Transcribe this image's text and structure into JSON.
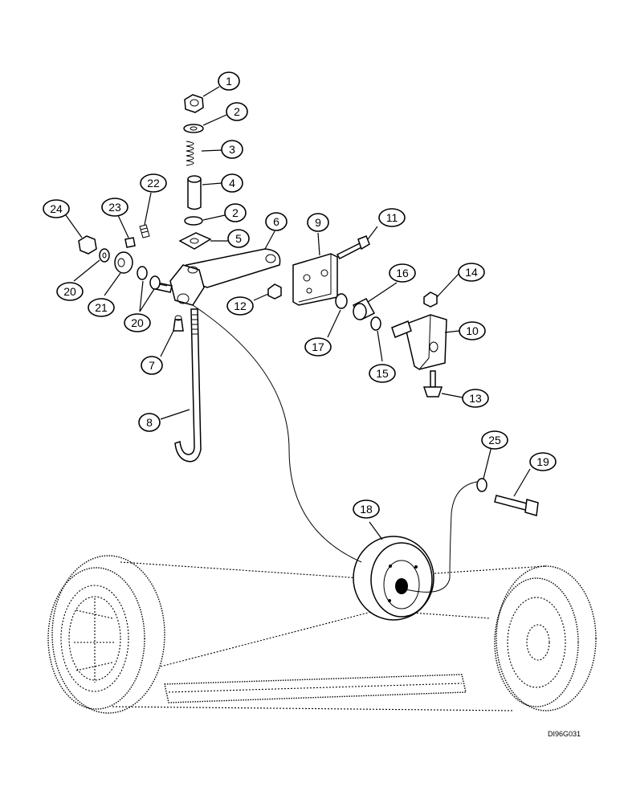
{
  "drawing_code": "DI96G031",
  "callouts": [
    {
      "number": "1"
    },
    {
      "number": "2"
    },
    {
      "number": "3"
    },
    {
      "number": "4"
    },
    {
      "number": "2"
    },
    {
      "number": "5"
    },
    {
      "number": "6"
    },
    {
      "number": "7"
    },
    {
      "number": "8"
    },
    {
      "number": "9"
    },
    {
      "number": "10"
    },
    {
      "number": "11"
    },
    {
      "number": "12"
    },
    {
      "number": "13"
    },
    {
      "number": "14"
    },
    {
      "number": "15"
    },
    {
      "number": "16"
    },
    {
      "number": "17"
    },
    {
      "number": "18"
    },
    {
      "number": "19"
    },
    {
      "number": "20"
    },
    {
      "number": "20"
    },
    {
      "number": "21"
    },
    {
      "number": "22"
    },
    {
      "number": "23"
    },
    {
      "number": "24"
    },
    {
      "number": "25"
    }
  ]
}
